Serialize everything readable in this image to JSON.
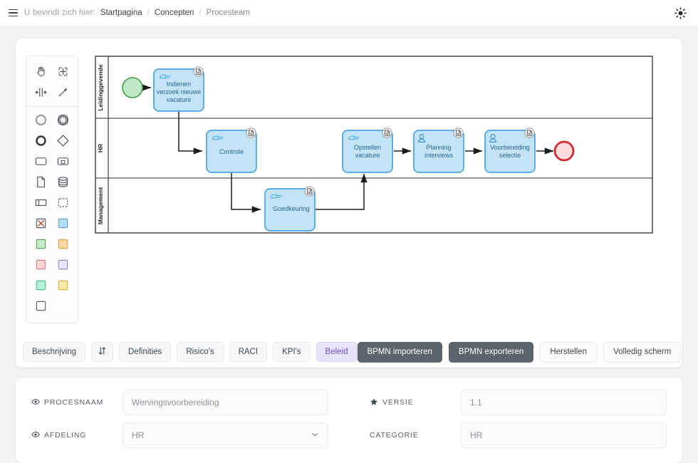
{
  "topbar": {
    "menu_icon": "hamburger-icon",
    "breadcrumb_lead": "U bevindt zich hier:",
    "breadcrumb": [
      "Startpagina",
      "Concepten",
      "Procesteam"
    ],
    "separator": "/",
    "theme_icon": "sun-icon"
  },
  "palette": {
    "groups": [
      {
        "items": [
          {
            "name": "hand-tool-icon",
            "label": "hand"
          },
          {
            "name": "lasso-tool-icon",
            "label": "lasso"
          },
          {
            "name": "space-tool-icon",
            "label": "space"
          },
          {
            "name": "connect-tool-icon",
            "label": "connect"
          }
        ]
      },
      {
        "items": [
          {
            "name": "start-event-icon",
            "label": "start-event"
          },
          {
            "name": "intermediate-event-icon",
            "label": "intermediate-event"
          },
          {
            "name": "end-event-icon",
            "label": "end-event"
          },
          {
            "name": "gateway-icon",
            "label": "gateway"
          },
          {
            "name": "task-icon",
            "label": "task"
          },
          {
            "name": "subprocess-icon",
            "label": "subprocess"
          },
          {
            "name": "data-object-icon",
            "label": "data-object"
          },
          {
            "name": "data-store-icon",
            "label": "data-store"
          },
          {
            "name": "pool-icon",
            "label": "pool"
          },
          {
            "name": "group-icon",
            "label": "group"
          },
          {
            "name": "delete-shape-icon",
            "label": "delete"
          },
          {
            "name": "swatch-blue-icon",
            "label": "blue"
          },
          {
            "name": "swatch-green-icon",
            "label": "green"
          },
          {
            "name": "swatch-orange-icon",
            "label": "orange"
          },
          {
            "name": "swatch-red-icon",
            "label": "red"
          },
          {
            "name": "swatch-purple-icon",
            "label": "purple"
          },
          {
            "name": "swatch-teal-icon",
            "label": "teal"
          },
          {
            "name": "swatch-yellow-icon",
            "label": "yellow"
          },
          {
            "name": "swatch-white-icon",
            "label": "white"
          }
        ]
      }
    ]
  },
  "diagram": {
    "type": "bpmn",
    "lanes": [
      {
        "id": "lane-leidinggevende",
        "label": "Leidinggevende"
      },
      {
        "id": "lane-hr",
        "label": "HR"
      },
      {
        "id": "lane-management",
        "label": "Management"
      }
    ],
    "events": [
      {
        "id": "start",
        "kind": "start-event",
        "lane": "lane-leidinggevende",
        "label": ""
      },
      {
        "id": "end",
        "kind": "end-event",
        "lane": "lane-hr",
        "label": ""
      }
    ],
    "tasks": [
      {
        "id": "t1",
        "label": "Indienen verzoek nieuwe vacature",
        "lane": "lane-leidinggevende",
        "marker": "manual",
        "badge": "document-badge-icon"
      },
      {
        "id": "t2",
        "label": "Controle",
        "lane": "lane-hr",
        "marker": "manual",
        "badge": "document-badge-icon"
      },
      {
        "id": "t3",
        "label": "Goedkeuring",
        "lane": "lane-management",
        "marker": "manual",
        "badge": "document-badge-icon"
      },
      {
        "id": "t4",
        "label": "Opstellen vacature",
        "lane": "lane-hr",
        "marker": "manual",
        "badge": "document-badge-icon"
      },
      {
        "id": "t5",
        "label": "Planning interviews",
        "lane": "lane-hr",
        "marker": "user",
        "badge": "document-badge-icon"
      },
      {
        "id": "t6",
        "label": "Voorbereiding selectie",
        "lane": "lane-hr",
        "marker": "user",
        "badge": "document-badge-icon"
      }
    ],
    "flows": [
      {
        "from": "start",
        "to": "t1"
      },
      {
        "from": "t1",
        "to": "t2"
      },
      {
        "from": "t2",
        "to": "t3"
      },
      {
        "from": "t3",
        "to": "t4"
      },
      {
        "from": "t4",
        "to": "t5"
      },
      {
        "from": "t5",
        "to": "t6"
      },
      {
        "from": "t6",
        "to": "end"
      }
    ],
    "colors": {
      "task_fill": "#c3e3f7",
      "task_stroke": "#4aa3df",
      "task_text": "#2a6496",
      "start_fill": "#bfe8c4",
      "start_stroke": "#3f9b4a",
      "end_fill": "#fadadb",
      "end_stroke": "#d02a2f",
      "lane_stroke": "#2b2b2b"
    }
  },
  "tabs": [
    {
      "id": "tab-beschrijving",
      "label": "Beschrijving",
      "active": false
    },
    {
      "id": "tab-sort",
      "label": "",
      "icon": "sort-updown-icon",
      "active": false
    },
    {
      "id": "tab-definities",
      "label": "Definities",
      "active": false
    },
    {
      "id": "tab-risicos",
      "label": "Risico's",
      "active": false
    },
    {
      "id": "tab-raci",
      "label": "RACI",
      "active": false
    },
    {
      "id": "tab-kpis",
      "label": "KPI's",
      "active": false
    },
    {
      "id": "tab-beleid",
      "label": "Beleid",
      "active": true
    }
  ],
  "actions": [
    {
      "id": "bpmn-importeren",
      "label": "BPMN importeren",
      "style": "dark"
    },
    {
      "id": "bpmn-exporteren",
      "label": "BPMN exporteren",
      "style": "dark"
    },
    {
      "id": "herstellen",
      "label": "Herstellen",
      "style": "light"
    },
    {
      "id": "volledig-scherm",
      "label": "Volledig scherm",
      "style": "light"
    }
  ],
  "form": {
    "fields": [
      {
        "id": "procesnaam",
        "label": "PROCESNAAM",
        "icon": "eye-icon",
        "value": "Wervingsvoorbereiding",
        "control": "text"
      },
      {
        "id": "versie",
        "label": "VERSIE",
        "icon": "star-icon",
        "value": "1.1",
        "control": "text"
      },
      {
        "id": "afdeling",
        "label": "AFDELING",
        "icon": "eye-icon",
        "value": "HR",
        "control": "select"
      },
      {
        "id": "categorie",
        "label": "CATEGORIE",
        "icon": "",
        "value": "HR",
        "control": "text"
      }
    ]
  },
  "theme": {
    "accent": "#6b4fc4",
    "dark_button": "#5d636b",
    "page_bg": "#f1f2f4"
  }
}
